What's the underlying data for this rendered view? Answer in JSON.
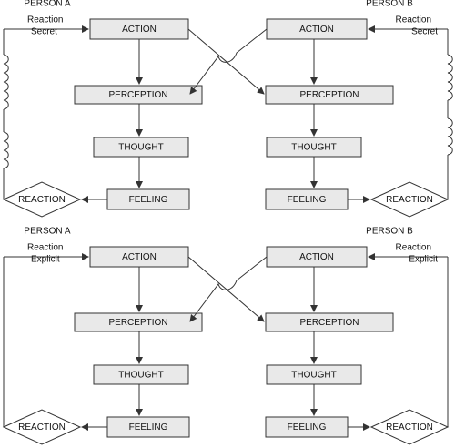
{
  "colors": {
    "box_fill": "#e9e9e9",
    "stroke": "#333333",
    "text": "#111111",
    "background": "#ffffff"
  },
  "top": {
    "person_a": "PERSON A",
    "person_b": "PERSON B",
    "reaction_label_a": [
      "Reaction",
      "Secret"
    ],
    "reaction_label_b": [
      "Reaction",
      "Secret"
    ],
    "connector_style": "coiled",
    "left": {
      "action": "ACTION",
      "perception": "PERCEPTION",
      "thought": "THOUGHT",
      "feeling": "FEELING",
      "reaction": "REACTION"
    },
    "right": {
      "action": "ACTION",
      "perception": "PERCEPTION",
      "thought": "THOUGHT",
      "feeling": "FEELING",
      "reaction": "REACTION"
    }
  },
  "bottom": {
    "person_a": "PERSON A",
    "person_b": "PERSON B",
    "reaction_label_a": [
      "Reaction",
      "Explicit"
    ],
    "reaction_label_b": [
      "Reaction",
      "Explicit"
    ],
    "connector_style": "straight",
    "left": {
      "action": "ACTION",
      "perception": "PERCEPTION",
      "thought": "THOUGHT",
      "feeling": "FEELING",
      "reaction": "REACTION"
    },
    "right": {
      "action": "ACTION",
      "perception": "PERCEPTION",
      "thought": "THOUGHT",
      "feeling": "FEELING",
      "reaction": "REACTION"
    }
  }
}
